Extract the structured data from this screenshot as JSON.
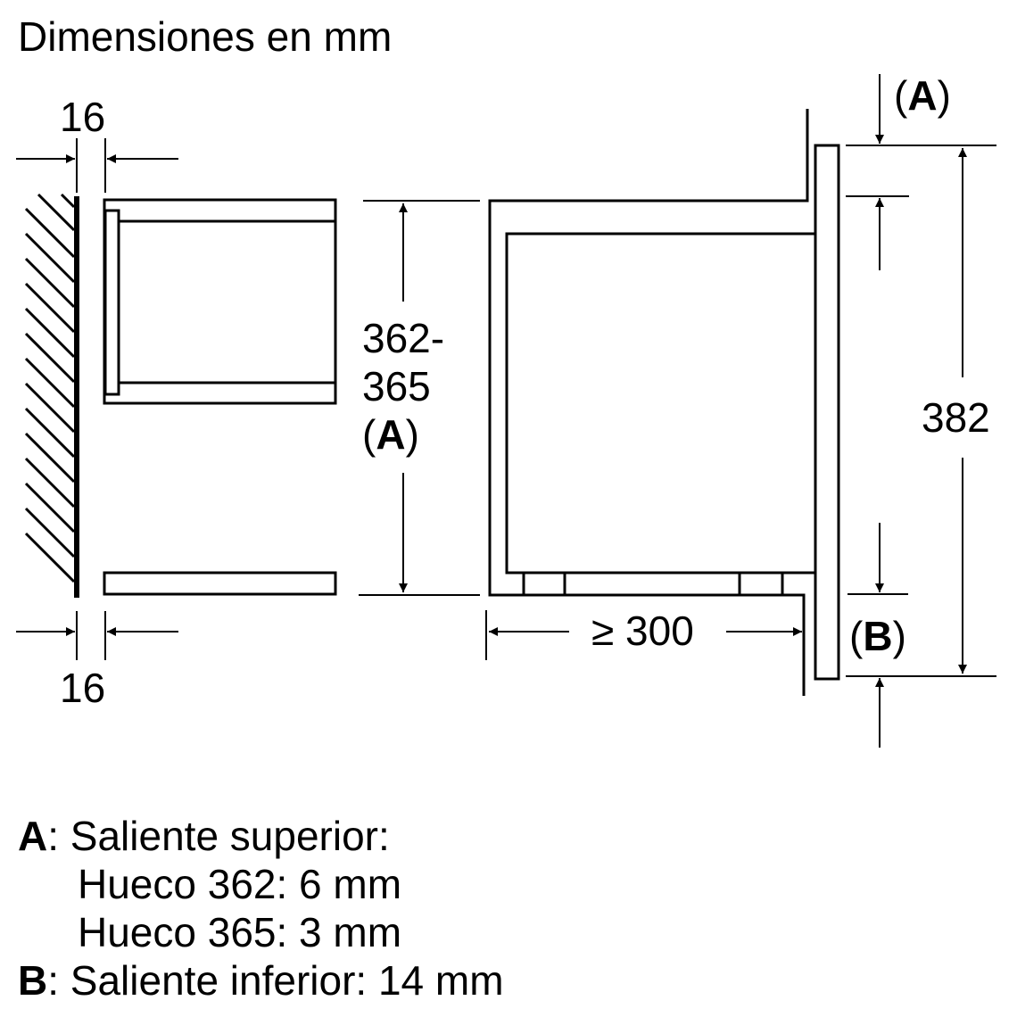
{
  "title": "Dimensiones en mm",
  "dimensions": {
    "wall_gap_top": "16",
    "wall_gap_bottom": "16",
    "niche_height_line1": "362-",
    "niche_height_line2": "365",
    "niche_height_paren_open": "(",
    "niche_height_letter": "A",
    "niche_height_paren_close": ")",
    "depth_symbol": "≥",
    "depth_value": "300",
    "front_height": "382",
    "top_marker_open": "(",
    "top_marker_letter": "A",
    "top_marker_close": ")",
    "bottom_marker_open": "(",
    "bottom_marker_letter": "B",
    "bottom_marker_close": ")"
  },
  "legend": {
    "a_key": "A",
    "a_colon": ":",
    "a_title": " Saliente superior:",
    "a_line2": "Hueco 362: 6 mm",
    "a_line3": "Hueco 365: 3 mm",
    "b_key": "B",
    "b_colon": ":",
    "b_text": " Saliente inferior: 14 mm"
  },
  "colors": {
    "line": "#000000",
    "background": "#ffffff"
  }
}
